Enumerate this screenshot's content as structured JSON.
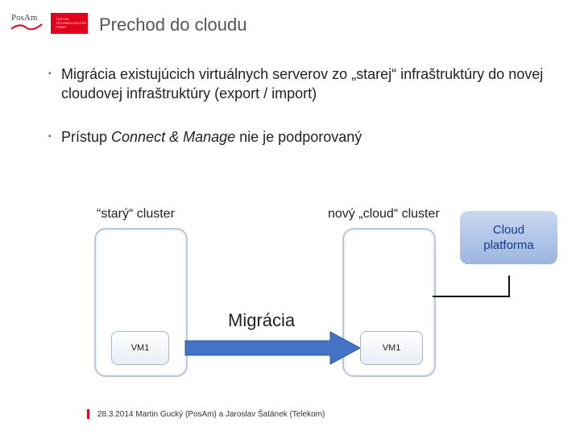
{
  "header": {
    "posam_logo": "PosAm",
    "telekom_logo_lines": [
      "TOP100",
      "TECHNOLOGICKÉ",
      "FIRMY"
    ],
    "title": "Prechod do cloudu"
  },
  "bullets": [
    {
      "text": "Migrácia existujúcich virtuálnych serverov zo „starej“ infraštruktúry do novej cloudovej infraštruktúry (export / import)"
    },
    {
      "prefix": "Prístup ",
      "italic": "Connect & Manage",
      "suffix": " nie je podporovaný"
    }
  ],
  "bullet_mark": "▪",
  "diagram": {
    "old_cluster_label": "“starý“ cluster",
    "new_cluster_label": "nový „cloud“ cluster",
    "vm_old": "VM1",
    "vm_new": "VM1",
    "migration_label": "Migrácia",
    "cloud_line1": "Cloud",
    "cloud_line2": "platforma"
  },
  "footer": {
    "text": "28.3.2014  Martin Gucký (PosAm) a Jaroslav Šatánek (Telekom)"
  },
  "colors": {
    "accent": "#e2001a",
    "arrow": "#4472c4",
    "cloud": "#9ab5e0"
  }
}
